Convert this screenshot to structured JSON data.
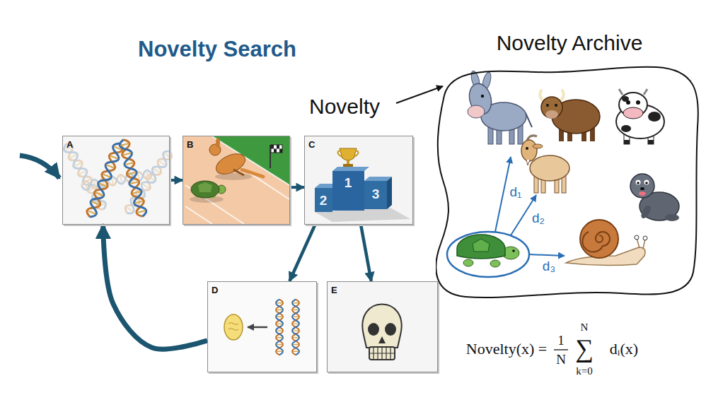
{
  "diagram": {
    "title": "Novelty Search",
    "nodes": [
      {
        "text": [
          "A"
        ]
      },
      {
        "text": [
          "B"
        ]
      },
      {
        "text": [
          "C"
        ]
      },
      {
        "text": [
          "D"
        ]
      },
      {
        "text": [
          "E"
        ]
      },
      {
        "text": [
          "Novelty Archive"
        ]
      }
    ],
    "edges": [
      {
        "from": 0,
        "to": 1,
        "arrow": "to"
      },
      {
        "from": 1,
        "to": 2,
        "arrow": "to"
      },
      {
        "from": 2,
        "to": 3,
        "arrow": "to"
      },
      {
        "from": 2,
        "to": 4,
        "arrow": "to"
      },
      {
        "from": 3,
        "to": 0,
        "arrow": "to"
      }
    ],
    "labels": [
      "Novelty",
      "1",
      "2",
      "3",
      "d₁",
      "d₂",
      "d₃",
      "Novelty(x) =",
      "1",
      "N",
      "N",
      "∑",
      "k=0",
      "dᵢ(x)"
    ]
  }
}
